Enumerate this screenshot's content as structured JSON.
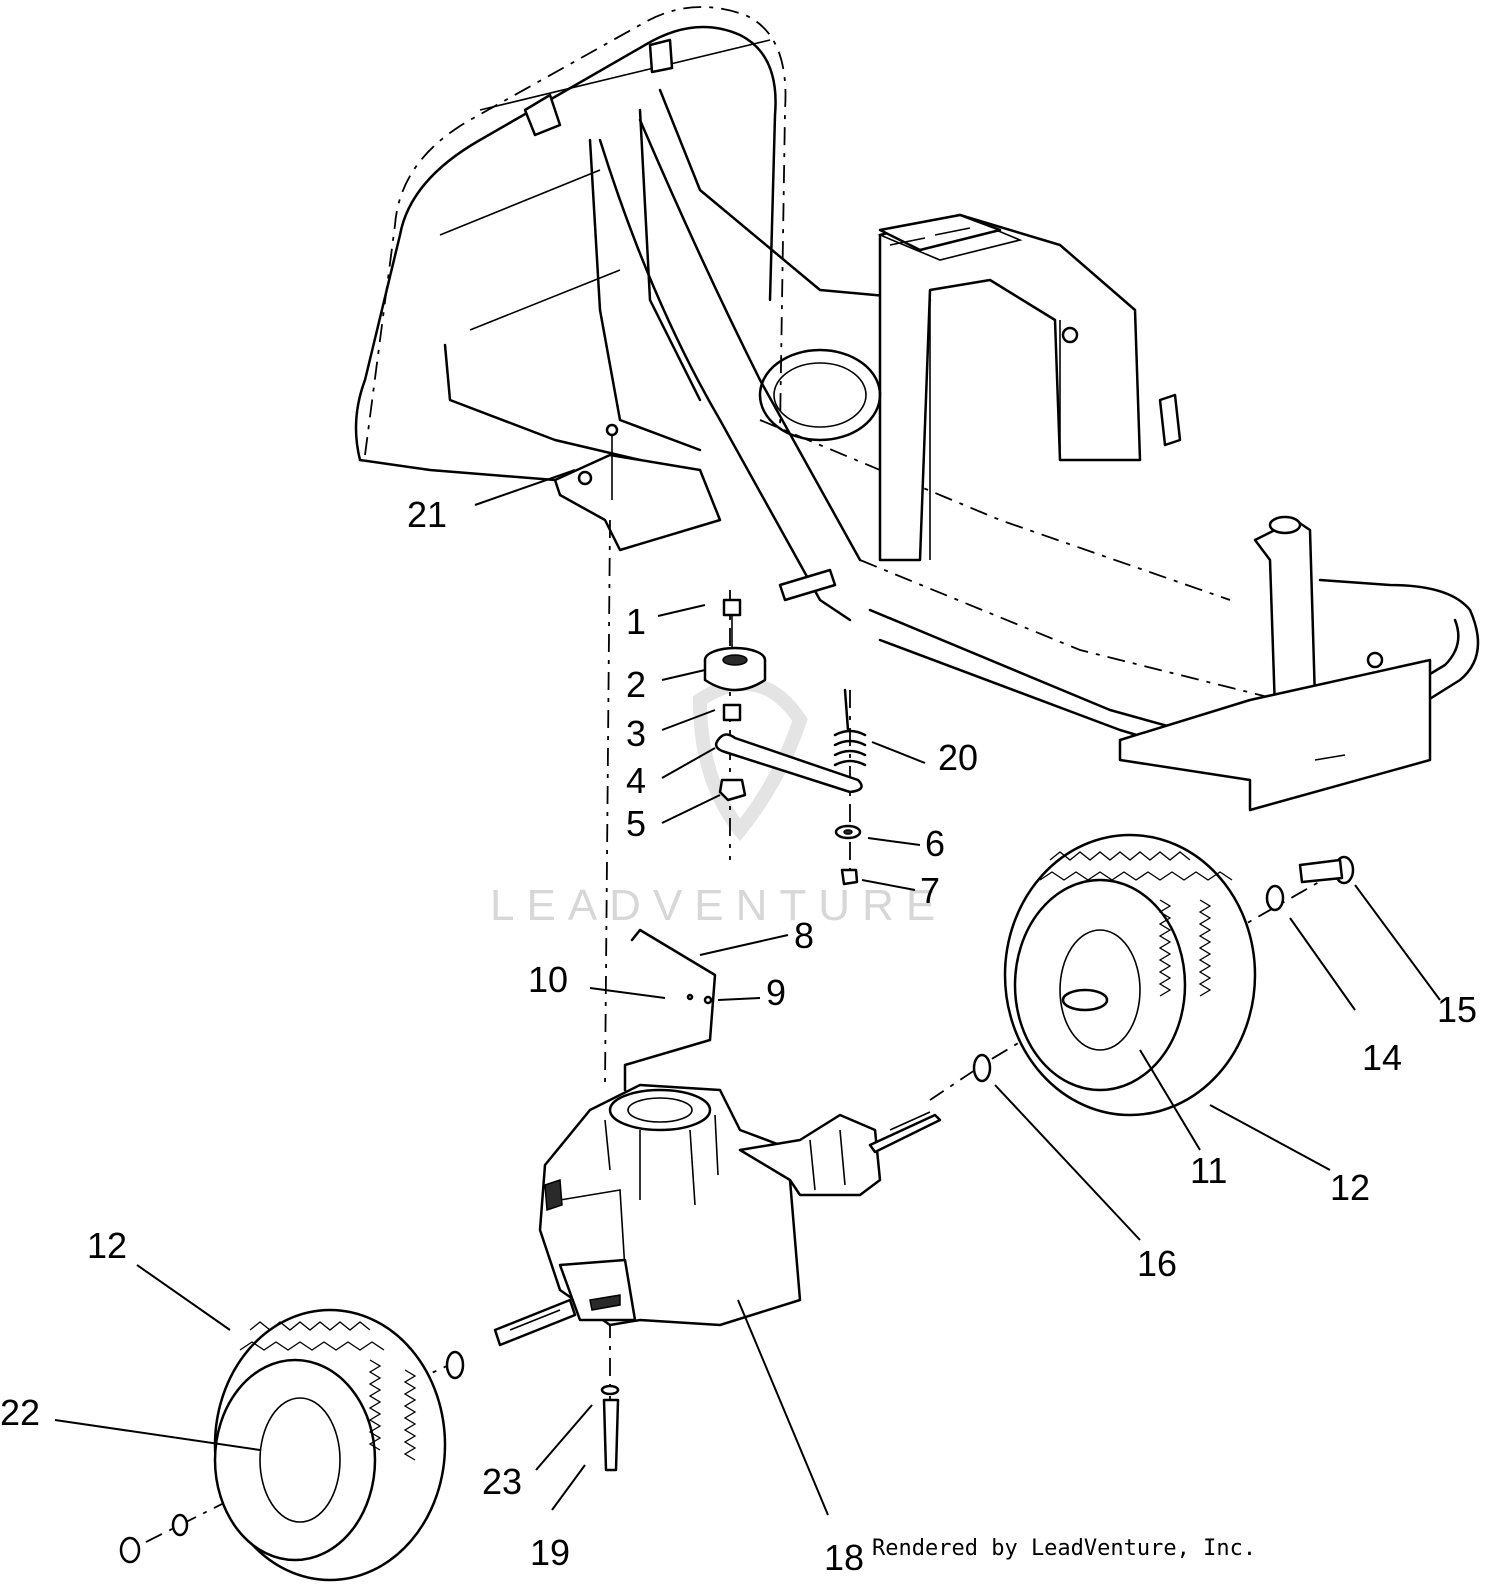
{
  "diagram": {
    "callouts": [
      {
        "label": "1"
      },
      {
        "label": "2"
      },
      {
        "label": "3"
      },
      {
        "label": "4"
      },
      {
        "label": "5"
      },
      {
        "label": "6"
      },
      {
        "label": "7"
      },
      {
        "label": "8"
      },
      {
        "label": "9"
      },
      {
        "label": "10"
      },
      {
        "label": "11"
      },
      {
        "label": "12"
      },
      {
        "label": "12"
      },
      {
        "label": "14"
      },
      {
        "label": "15"
      },
      {
        "label": "16"
      },
      {
        "label": "18"
      },
      {
        "label": "19"
      },
      {
        "label": "20"
      },
      {
        "label": "21"
      },
      {
        "label": "22"
      },
      {
        "label": "23"
      }
    ],
    "watermark": "LEADVENTURE",
    "credit": "Rendered by LeadVenture, Inc."
  }
}
